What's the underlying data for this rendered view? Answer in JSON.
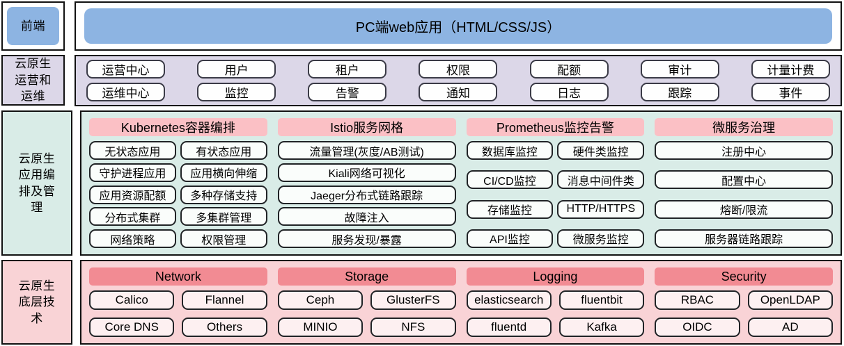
{
  "frontend": {
    "label": "前端",
    "app_title": "PC端web应用（HTML/CSS/JS）"
  },
  "ops": {
    "label": "云原生运营和运维",
    "row1": [
      "运营中心",
      "用户",
      "租户",
      "权限",
      "配额",
      "审计",
      "计量计费"
    ],
    "row2": [
      "运维中心",
      "监控",
      "告警",
      "通知",
      "日志",
      "跟踪",
      "事件"
    ]
  },
  "orchestration": {
    "label": "云原生应用编排及管理",
    "k8s": {
      "header": "Kubernetes容器编排",
      "boxes": [
        "无状态应用",
        "有状态应用",
        "守护进程应用",
        "应用横向伸缩",
        "应用资源配额",
        "多种存储支持",
        "分布式集群",
        "多集群管理",
        "网络策略",
        "权限管理"
      ]
    },
    "istio": {
      "header": "Istio服务网格",
      "boxes": [
        "流量管理(灰度/AB测试)",
        "Kiali网络可视化",
        "Jaeger分布式链路跟踪",
        "故障注入",
        "服务发现/暴露"
      ]
    },
    "prometheus": {
      "header": "Prometheus监控告警",
      "boxes": [
        "数据库监控",
        "硬件类监控",
        "CI/CD监控",
        "消息中间件类",
        "存储监控",
        "HTTP/HTTPS",
        "API监控",
        "微服务监控"
      ]
    },
    "microservice": {
      "header": "微服务治理",
      "boxes": [
        "注册中心",
        "配置中心",
        "熔断/限流",
        "服务器链路跟踪"
      ]
    }
  },
  "infra": {
    "label": "云原生底层技术",
    "network": {
      "header": "Network",
      "boxes": [
        "Calico",
        "Flannel",
        "Core DNS",
        "Others"
      ]
    },
    "storage": {
      "header": "Storage",
      "boxes": [
        "Ceph",
        "GlusterFS",
        "MINIO",
        "NFS"
      ]
    },
    "logging": {
      "header": "Logging",
      "boxes": [
        "elasticsearch",
        "fluentbit",
        "fluentd",
        "Kafka"
      ]
    },
    "security": {
      "header": "Security",
      "boxes": [
        "RBAC",
        "OpenLDAP",
        "OIDC",
        "AD"
      ]
    }
  },
  "colors": {
    "blue": "#8DB4E2",
    "lavender": "#DCD7E8",
    "teal": "#D9ECE7",
    "pink_background": "#F9D3D6",
    "header_pink_light": "#FBC0C5",
    "header_pink_dark": "#F28B93",
    "box_mint": "#FAFDFB",
    "box_pink": "#FDF0F1"
  }
}
